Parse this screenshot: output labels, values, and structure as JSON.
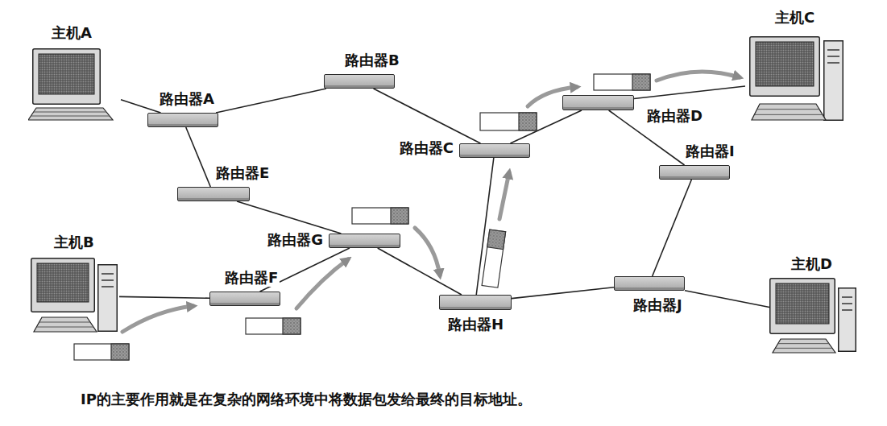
{
  "diagram": {
    "caption": "IP的主要作用就是在复杂的网络环境中将数据包发给最终的目标地址。",
    "nodes": [
      {
        "text": [
          "主机A"
        ]
      },
      {
        "text": [
          "路由器B"
        ]
      },
      {
        "text": [
          "主机C"
        ]
      },
      {
        "text": [
          "路由器A"
        ]
      },
      {
        "text": [
          "路由器D"
        ]
      },
      {
        "text": [
          "路由器C"
        ]
      },
      {
        "text": [
          "路由器E"
        ]
      },
      {
        "text": [
          "路由器I"
        ]
      },
      {
        "text": [
          "主机B"
        ]
      },
      {
        "text": [
          "路由器G"
        ]
      },
      {
        "text": [
          "路由器F"
        ]
      },
      {
        "text": [
          "主机D"
        ]
      },
      {
        "text": [
          "路由器J"
        ]
      },
      {
        "text": [
          "路由器H"
        ]
      }
    ],
    "edges": [
      {
        "from": 0,
        "to": 3,
        "arrow": "none"
      },
      {
        "from": 3,
        "to": 1,
        "arrow": "none"
      },
      {
        "from": 3,
        "to": 6,
        "arrow": "none"
      },
      {
        "from": 1,
        "to": 5,
        "arrow": "none"
      },
      {
        "from": 6,
        "to": 9,
        "arrow": "none"
      },
      {
        "from": 8,
        "to": 10,
        "arrow": "none"
      },
      {
        "from": 10,
        "to": 9,
        "arrow": "none"
      },
      {
        "from": 9,
        "to": 13,
        "arrow": "none"
      },
      {
        "from": 13,
        "to": 5,
        "arrow": "none"
      },
      {
        "from": 5,
        "to": 4,
        "arrow": "none"
      },
      {
        "from": 4,
        "to": 2,
        "arrow": "none"
      },
      {
        "from": 4,
        "to": 7,
        "arrow": "none"
      },
      {
        "from": 7,
        "to": 12,
        "arrow": "none"
      },
      {
        "from": 13,
        "to": 12,
        "arrow": "none"
      },
      {
        "from": 12,
        "to": 11,
        "arrow": "none"
      }
    ]
  }
}
